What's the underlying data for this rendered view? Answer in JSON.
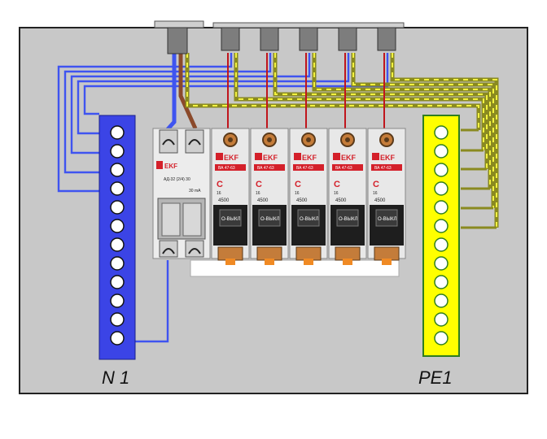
{
  "colors": {
    "panel": "#c8c8c8",
    "neutral_wire": "#3f54f0",
    "neutral_bus": "#3b44e6",
    "pe_bus": "#ffff00",
    "pe_border": "#2e7d1f",
    "phase_wire": "#8b4a2b",
    "breaker_body": "#e8e8e8",
    "breaker_red": "#d4202a"
  },
  "labels": {
    "neutral_bus": "N 1",
    "pe_bus": "PE1"
  },
  "rcbo": {
    "brand": "EKF",
    "model": "АД-32 (2/4) 30",
    "rating": "30 mA"
  },
  "breakers": [
    {
      "brand": "EKF",
      "series": "ВА 47-63",
      "curve": "C",
      "rating": "16",
      "capacity": "4500",
      "state": "O-ВЫКЛ"
    },
    {
      "brand": "EKF",
      "series": "ВА 47-63",
      "curve": "C",
      "rating": "16",
      "capacity": "4500",
      "state": "O-ВЫКЛ"
    },
    {
      "brand": "EKF",
      "series": "ВА 47-63",
      "curve": "C",
      "rating": "16",
      "capacity": "4500",
      "state": "O-ВЫКЛ"
    },
    {
      "brand": "EKF",
      "series": "ВА 47-63",
      "curve": "C",
      "rating": "16",
      "capacity": "4500",
      "state": "O-ВЫКЛ"
    },
    {
      "brand": "EKF",
      "series": "ВА 47-63",
      "curve": "C",
      "rating": "16",
      "capacity": "4500",
      "state": "O-ВЫКЛ"
    }
  ],
  "neutral_terminals": 12,
  "pe_terminals": 12
}
